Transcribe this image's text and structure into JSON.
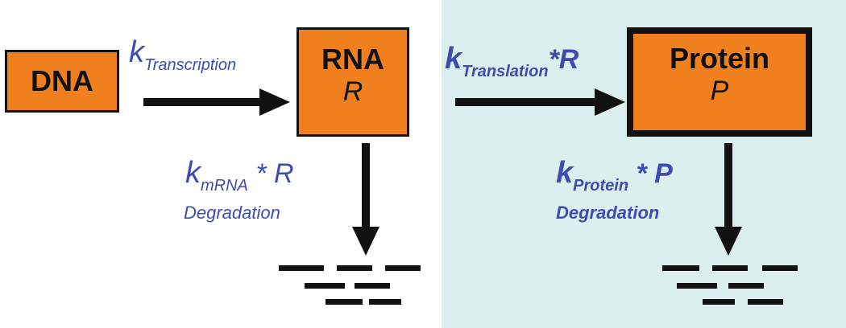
{
  "colors": {
    "box_fill": "#f07f1e",
    "rate_text": "#3d4cb0",
    "panel_bg": "#dcefef",
    "arrow": "#111111"
  },
  "dna": {
    "label": "DNA"
  },
  "rna": {
    "title": "RNA",
    "symbol": "R"
  },
  "protein": {
    "title": "Protein",
    "symbol": "P"
  },
  "transcription": {
    "k": "k",
    "sub": "Transcription"
  },
  "translation": {
    "k": "k",
    "sub": "Translation",
    "op": "*R"
  },
  "mrna_degradation": {
    "k": "k",
    "sub": "mRNA",
    "op": " * R",
    "label": "Degradation"
  },
  "protein_degradation": {
    "k": "k",
    "sub": "Protein",
    "op": " * P",
    "label": "Degradation"
  }
}
